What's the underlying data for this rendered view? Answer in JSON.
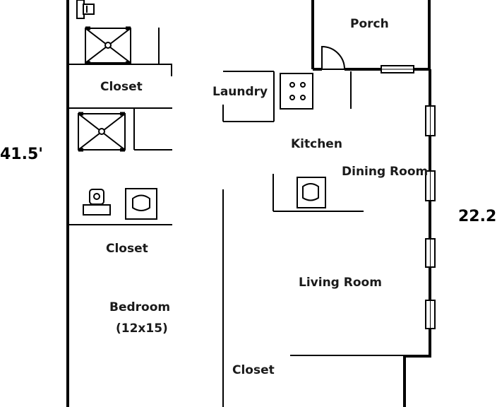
{
  "rooms": {
    "porch": "Porch",
    "laundry": "Laundry",
    "closet_top": "Closet",
    "kitchen": "Kitchen",
    "dining_room": "Dining Room",
    "closet_middle": "Closet",
    "living_room": "Living Room",
    "bedroom": "Bedroom",
    "bedroom_size": "(12x15)",
    "closet_bottom": "Closet"
  },
  "dimensions": {
    "overall_length": "41.5'",
    "right_side_length": "22.2'"
  },
  "fixtures": {
    "toilet_top": "toilet-icon",
    "shower_top": "shower-icon",
    "shower_middle": "shower-icon",
    "toilet_middle": "toilet-icon",
    "sink_bath": "sink-icon",
    "stove": "stove-icon",
    "sink_kitchen": "sink-icon",
    "door_swing": "door-swing-icon"
  }
}
